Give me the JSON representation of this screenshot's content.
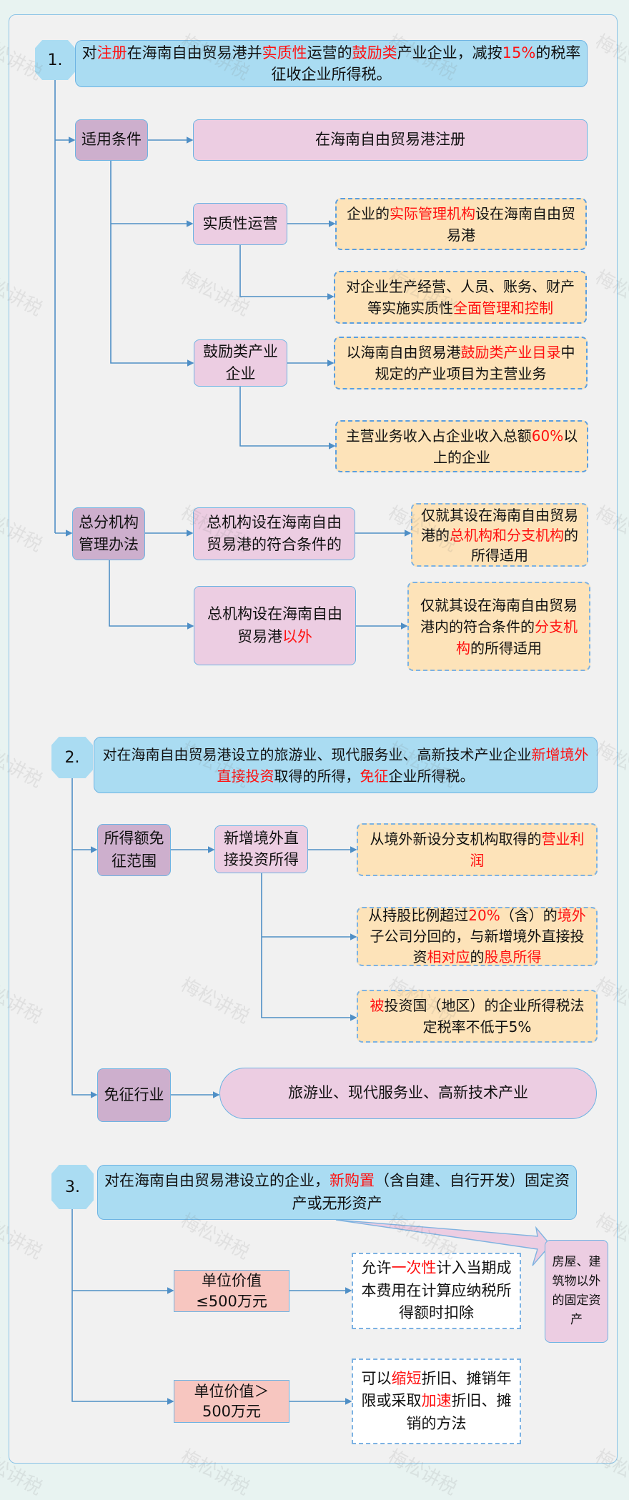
{
  "watermark": "梅松讲税",
  "colors": {
    "accent_red": "#ff1010",
    "header_blue": "#aadcf2",
    "category_purple": "#cdafcd",
    "item_pink": "#eccde2",
    "result_orange": "#fde3b9",
    "value_salmon": "#f7c6c0",
    "line_blue": "#4f8fc6"
  },
  "section1": {
    "number": "1.",
    "header": [
      {
        "t": "对"
      },
      {
        "t": "注册",
        "red": true
      },
      {
        "t": "在海南自由贸易港并"
      },
      {
        "t": "实质性",
        "red": true
      },
      {
        "t": "运营的"
      },
      {
        "t": "鼓励类",
        "red": true
      },
      {
        "t": "产业企业，减按"
      },
      {
        "t": "15%",
        "red": true
      },
      {
        "t": "的税率征收企业所得税。"
      }
    ],
    "cond_label": [
      {
        "t": "适用条件"
      }
    ],
    "cond_register": [
      {
        "t": "在海南自由贸易港注册"
      }
    ],
    "substantive": [
      {
        "t": "实质性运营"
      }
    ],
    "substantive_1": [
      {
        "t": "企业的"
      },
      {
        "t": "实际管理机构",
        "red": true
      },
      {
        "t": "设在海南自由贸易港"
      }
    ],
    "substantive_2": [
      {
        "t": "对企业生产经营、人员、账务、财产等实施实质性"
      },
      {
        "t": "全面管理和控制",
        "red": true
      }
    ],
    "encouraged": [
      {
        "t": "鼓励类产业企业"
      }
    ],
    "encouraged_1": [
      {
        "t": "以海南自由贸易港"
      },
      {
        "t": "鼓励类产业目录",
        "red": true
      },
      {
        "t": "中规定的产业项目为主营业务"
      }
    ],
    "encouraged_2": [
      {
        "t": "主营业务收入占企业收入总额"
      },
      {
        "t": "60%",
        "red": true
      },
      {
        "t": "以上的企业"
      }
    ],
    "branch_label": [
      {
        "t": "总分机构管理办法"
      }
    ],
    "branch_in": [
      {
        "t": "总机构设在海南自由贸易港的符合条件的"
      }
    ],
    "branch_in_result": [
      {
        "t": "仅就其设在海南自由贸易港的"
      },
      {
        "t": "总机构和分支机构",
        "red": true
      },
      {
        "t": "的所得适用"
      }
    ],
    "branch_out": [
      {
        "t": "总机构设在海南自由贸易港"
      },
      {
        "t": "以外",
        "red": true
      }
    ],
    "branch_out_result": [
      {
        "t": "仅就其设在海南自由贸易港内的符合条件的"
      },
      {
        "t": "分支机构",
        "red": true
      },
      {
        "t": "的所得适用"
      }
    ]
  },
  "section2": {
    "number": "2.",
    "header": [
      {
        "t": "对在海南自由贸易港设立的旅游业、现代服务业、高新技术产业企业"
      },
      {
        "t": "新增境外直接投资",
        "red": true
      },
      {
        "t": "取得的所得，"
      },
      {
        "t": "免征",
        "red": true
      },
      {
        "t": "企业所得税。"
      }
    ],
    "scope_label": [
      {
        "t": "所得额免征范围"
      }
    ],
    "new_invest": [
      {
        "t": "新增境外直接投资所得"
      }
    ],
    "scope_1": [
      {
        "t": "从境外新设分支机构取得的"
      },
      {
        "t": "营业利润",
        "red": true
      }
    ],
    "scope_2": [
      {
        "t": "从持股比例超过"
      },
      {
        "t": "20%",
        "red": true
      },
      {
        "t": "（含）的"
      },
      {
        "t": "境外",
        "red": true
      },
      {
        "t": "子公司分回的，与新增境外直接投资"
      },
      {
        "t": "相对应",
        "red": true
      },
      {
        "t": "的"
      },
      {
        "t": "股息所得",
        "red": true
      }
    ],
    "scope_3": [
      {
        "t": "被",
        "red": true
      },
      {
        "t": "投资国（地区）的企业所得税法定税率不低于5%"
      }
    ],
    "industry_label": [
      {
        "t": "免征行业"
      }
    ],
    "industries": [
      {
        "t": "旅游业、现代服务业、高新技术产业"
      }
    ]
  },
  "section3": {
    "number": "3.",
    "header": [
      {
        "t": "对在海南自由贸易港设立的企业，"
      },
      {
        "t": "新购置",
        "red": true
      },
      {
        "t": "（含自建、自行开发）固定资产或无形资产"
      }
    ],
    "note": [
      {
        "t": "房屋、建筑物以外的固定资产"
      }
    ],
    "low_value": [
      {
        "t": "单位价值≤500万元"
      }
    ],
    "low_value_result": [
      {
        "t": "允许"
      },
      {
        "t": "一次性",
        "red": true
      },
      {
        "t": "计入当期成本费用在计算应纳税所得额时扣除"
      }
    ],
    "high_value": [
      {
        "t": "单位价值＞500万元"
      }
    ],
    "high_value_result": [
      {
        "t": "可以"
      },
      {
        "t": "缩短",
        "red": true
      },
      {
        "t": "折旧、摊销年限或采取"
      },
      {
        "t": "加速",
        "red": true
      },
      {
        "t": "折旧、摊销的方法"
      }
    ]
  }
}
